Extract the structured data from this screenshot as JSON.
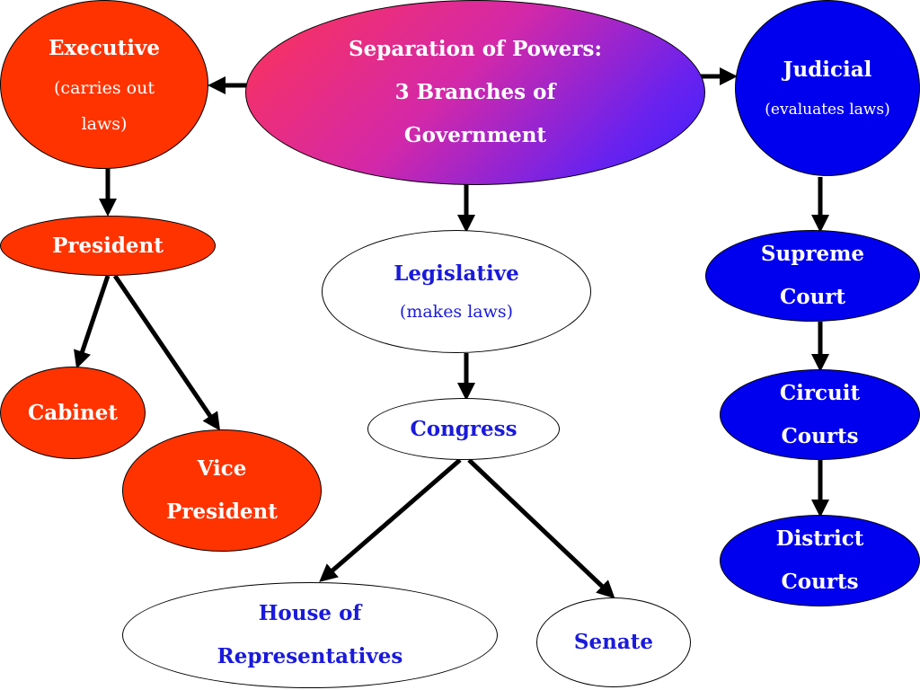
{
  "center": {
    "lines": [
      "Separation of Powers:",
      "3 Branches of",
      "Government"
    ]
  },
  "executive": {
    "title": "Executive",
    "subtitle_lines": [
      "(carries out",
      "laws)"
    ]
  },
  "judicial": {
    "title": "Judicial",
    "subtitle": "(evaluates laws)"
  },
  "legislative": {
    "title": "Legislative",
    "subtitle": "(makes laws)"
  },
  "president": {
    "label": "President"
  },
  "cabinet": {
    "label": "Cabinet"
  },
  "vice_president": {
    "lines": [
      "Vice",
      "President"
    ]
  },
  "congress": {
    "label": "Congress"
  },
  "house": {
    "lines": [
      "House of",
      "Representatives"
    ]
  },
  "senate": {
    "label": "Senate"
  },
  "supreme_court": {
    "lines": [
      "Supreme",
      "Court"
    ]
  },
  "circuit_courts": {
    "lines": [
      "Circuit",
      "Courts"
    ]
  },
  "district_courts": {
    "lines": [
      "District",
      "Courts"
    ]
  },
  "colors": {
    "executive_branch": "#ff3300",
    "judicial_branch": "#0000ee",
    "legislative_text": "#1a1adb",
    "center_gradient_start": "#ff3355",
    "center_gradient_end": "#3a20ff"
  }
}
